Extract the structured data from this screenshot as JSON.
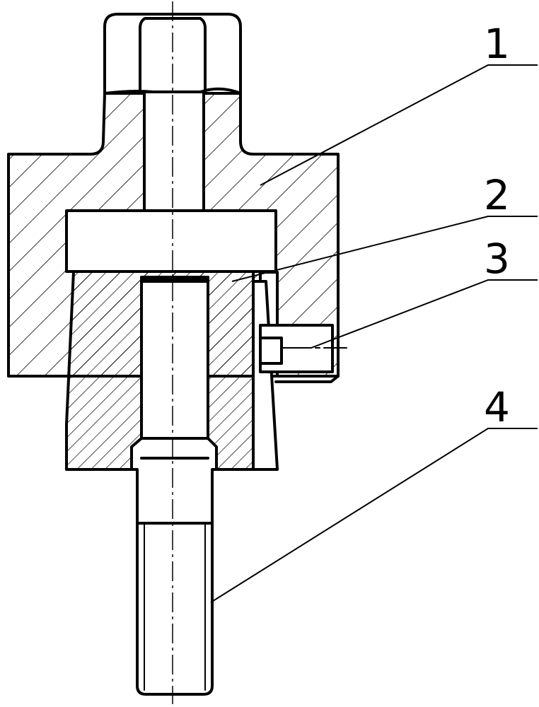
{
  "callouts": [
    {
      "label": "1",
      "part": "body"
    },
    {
      "label": "2",
      "part": "tapered-sleeve"
    },
    {
      "label": "3",
      "part": "set-screw"
    },
    {
      "label": "4",
      "part": "threaded-bolt"
    }
  ]
}
